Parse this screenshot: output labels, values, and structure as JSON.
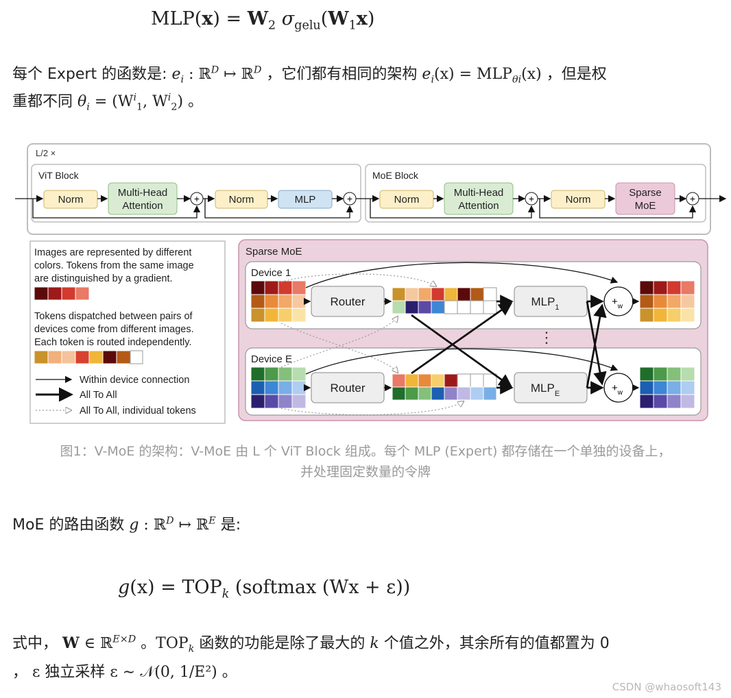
{
  "eq_mlp": {
    "lhs": "MLP(",
    "x": "x",
    "eq": ") = ",
    "w2": "W",
    "w2_sub": "2",
    "sigma": " σ",
    "sigma_sub": "gelu",
    "paren": "(",
    "w1": "W",
    "w1_sub": "1",
    "x2": "x",
    "close": ")"
  },
  "para1": {
    "prefix": "每个 Expert 的函数是: ",
    "ei": "e",
    "ei_sub": "i",
    "map": " : ℝ",
    "d1": "D",
    "arrow": " ↦ ℝ",
    "d2": "D",
    "mid": " ，它们都有相同的架构 ",
    "e2": "e",
    "e2_sub": "i",
    "x_part": "(x) = MLP",
    "theta_sub": "θ",
    "theta_sub_i": "i",
    "x_end": "(x)",
    "suffix": " ，但是权",
    "line2_prefix": "重都不同 ",
    "theta": "θ",
    "theta_i": "i",
    "eq": " = (W",
    "w1_sup": "i",
    "w1_sub": "1",
    "comma": ", W",
    "w2_sup": "i",
    "w2_sub": "2",
    "close": ")",
    "end": " 。"
  },
  "figure": {
    "outer_label": "L/2 ×",
    "vit_block": "ViT Block",
    "moe_block": "MoE Block",
    "norm": "Norm",
    "mha_line1": "Multi-Head",
    "mha_line2": "Attention",
    "mlp": "MLP",
    "sparse_line1": "Sparse",
    "sparse_line2": "MoE",
    "plus": "+",
    "legend": {
      "text1": [
        "Images are represented by different",
        "colors. Tokens from the same image",
        "are distinguished by a gradient."
      ],
      "text2": [
        "Tokens dispatched between pairs of",
        "devices come from different images.",
        "Each token is routed independently."
      ],
      "within": "Within device connection",
      "all_to_all": "All To All",
      "individual": "All To All, individual tokens"
    },
    "sparse_moe_title": "Sparse MoE",
    "device1": "Device 1",
    "deviceE": "Device E",
    "router": "Router",
    "mlp1": "MLP",
    "mlp1_sub": "1",
    "mlpE": "MLP",
    "mlpE_sub": "E",
    "plus_w": "+",
    "plus_w_sub": "w",
    "dots": "⋮",
    "colors": {
      "panel_border": "#bdbdbd",
      "norm_fill": "#fdf0c8",
      "mha_fill": "#d9ecd3",
      "mlp_fill": "#cfe3f3",
      "sparse_fill": "#ecc9d8",
      "sparse_panel": "#ecd2dd",
      "device_fill": "#ffffff",
      "router_fill": "#eeeeee"
    }
  },
  "caption_line1": "图1：V-MoE 的架构：V-MoE 由 L 个 ViT Block 组成。每个 MLP (Expert) 都存储在一个单独的设备上，",
  "caption_line2": "并处理固定数量的令牌",
  "para2": {
    "prefix": "MoE 的路由函数 ",
    "g": "g",
    "map": " : ℝ",
    "d": "D",
    "arrow": " ↦ ℝ",
    "e": "E",
    "suffix": " 是:"
  },
  "eq_g": {
    "g": "g",
    "x": "(x) = TOP",
    "k": "k",
    "rest": " (softmax (Wx + ε))"
  },
  "para3": {
    "prefix": "式中，  ",
    "w": "W",
    "in": " ∈ ℝ",
    "sup": "E×D",
    "mid": " 。TOP",
    "k": "k",
    "mid2": " 函数的功能是除了最大的 ",
    "k2": "k",
    "suffix": " 个值之外，其余所有的值都置为 0",
    "line2_prefix": "，  ε 独立采样 ε ∼ 𝒩",
    "args": "(0, 1/E²)",
    "end": " 。"
  },
  "watermark": "CSDN @whaosoft143"
}
